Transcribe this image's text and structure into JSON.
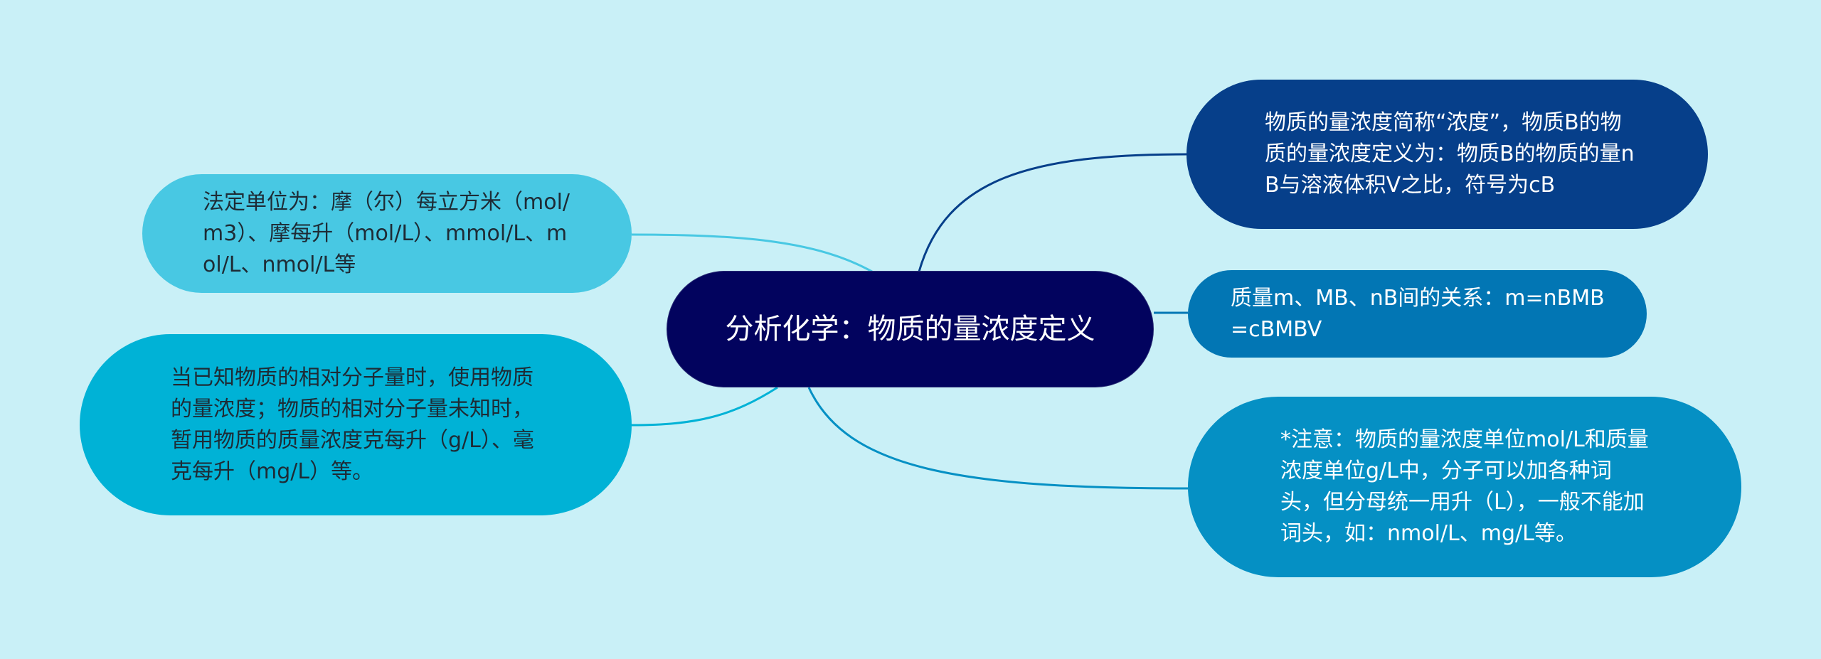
{
  "mindmap": {
    "background_color": "#C9F0F7",
    "root": {
      "label": "分析化学：物质的量浓度定义",
      "color": "#02035E"
    },
    "branches": [
      {
        "id": "top-right",
        "side": "right",
        "label": "物质的量浓度简称“浓度”，物质B的物质的量浓度定义为：物质B的物质的量nB与溶液体积V之比，符号为cB",
        "color": "#063F8A"
      },
      {
        "id": "middle-right",
        "side": "right",
        "label": "质量m、MB、nB间的关系：m=nBMB=cBMBV",
        "color": "#0276B4"
      },
      {
        "id": "bottom-right",
        "side": "right",
        "label": "*注意：物质的量浓度单位mol/L和质量浓度单位g/L中，分子可以加各种词头，但分母统一用升（L），一般不能加词头，如：nmol/L、mg/L等。",
        "color": "#0590C4"
      },
      {
        "id": "top-left",
        "side": "left",
        "label": "法定单位为：摩（尔）每立方米（mol/m3）、摩每升（mol/L）、mmol/L、mol/L、nmol/L等",
        "color": "#48C8E3"
      },
      {
        "id": "bottom-left",
        "side": "left",
        "label": "当已知物质的相对分子量时，使用物质的量浓度；物质的相对分子量未知时，暂用物质的质量浓度克每升（g/L）、毫克每升（mg/L）等。",
        "color": "#00B2D6"
      }
    ]
  }
}
